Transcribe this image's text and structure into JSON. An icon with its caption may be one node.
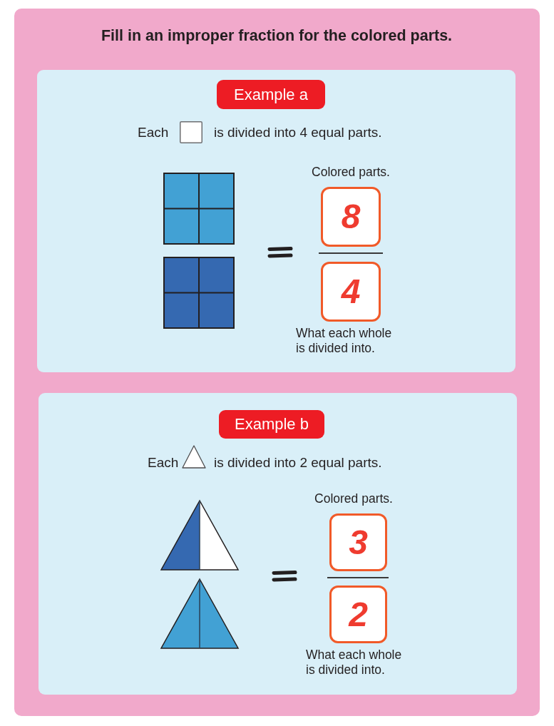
{
  "diagram": {
    "title": "Fill in an improper fraction for the colored parts.",
    "nodes": [
      {
        "text": [],
        "shape": "box"
      },
      {
        "text": [
          "Example a"
        ],
        "in": 0
      },
      {
        "text": [
          "8"
        ],
        "in": 0,
        "beside": [
          "Colored parts."
        ]
      },
      {
        "text": [
          "4"
        ],
        "in": 0,
        "beside": [
          "What each whole is divided into."
        ]
      },
      {
        "text": [],
        "shape": "box"
      },
      {
        "text": [
          "Example b"
        ],
        "in": 4
      },
      {
        "text": [
          "3"
        ],
        "in": 4,
        "beside": [
          "Colored parts."
        ]
      },
      {
        "text": [
          "2"
        ],
        "in": 4,
        "beside": [
          "What each whole is divided into."
        ]
      }
    ],
    "labels": [
      "Each",
      "is divided into 4 equal parts.",
      "Each",
      "is divided into 2 equal parts."
    ]
  }
}
